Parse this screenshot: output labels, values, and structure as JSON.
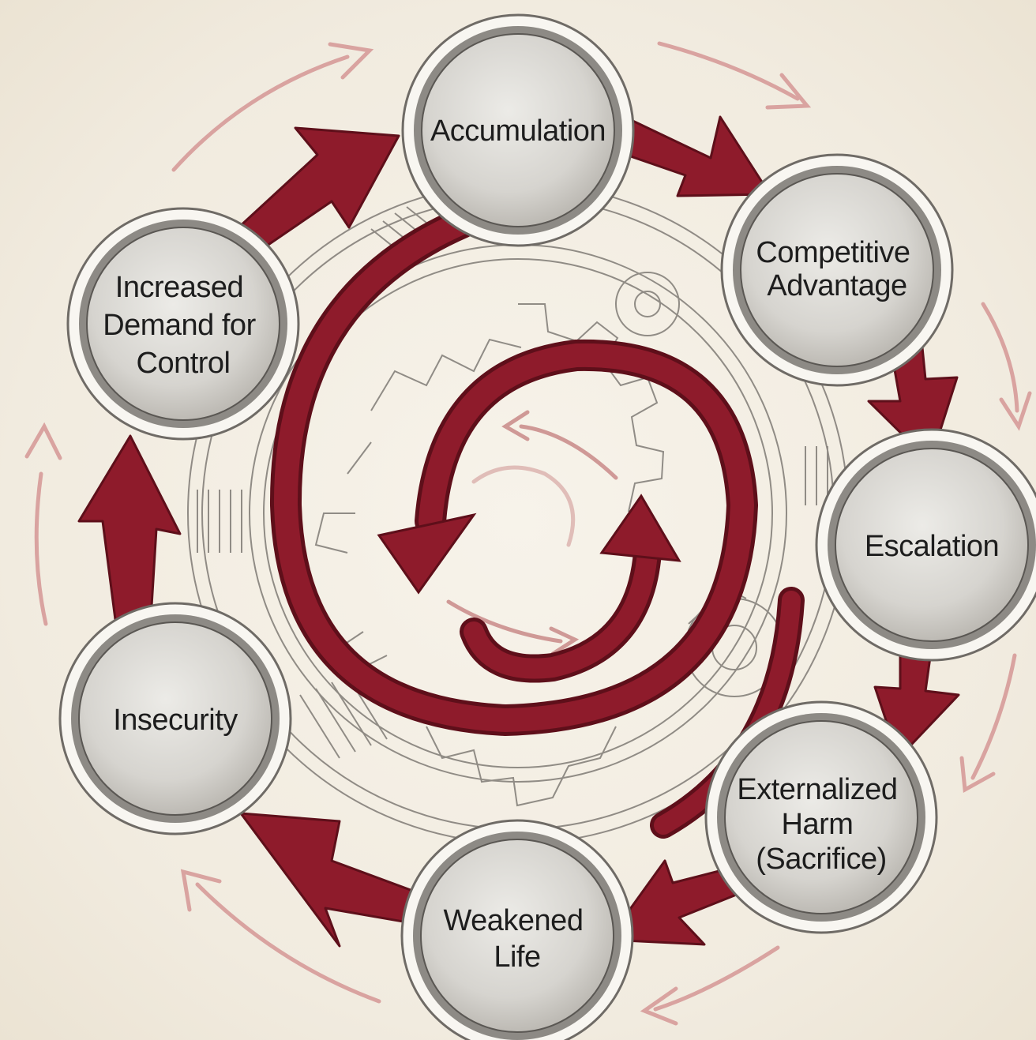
{
  "diagram": {
    "nodes": [
      {
        "id": "accumulation",
        "lines": [
          "Accumulation"
        ]
      },
      {
        "id": "competitive-advantage",
        "lines": [
          "Competitive",
          "Advantage"
        ]
      },
      {
        "id": "escalation",
        "lines": [
          "Escalation"
        ]
      },
      {
        "id": "externalized-harm",
        "lines": [
          "Externalized",
          "Harm",
          "(Sacrifice)"
        ]
      },
      {
        "id": "weakened-life",
        "lines": [
          "Weakened",
          "Life"
        ]
      },
      {
        "id": "insecurity",
        "lines": [
          "Insecurity"
        ]
      },
      {
        "id": "increased-demand",
        "lines": [
          "Increased",
          "Demand for",
          "Control"
        ]
      }
    ],
    "colors": {
      "background": "#f3eee3",
      "arrow": "#8e1b2b",
      "arrow_dark": "#5e0f1a",
      "faint_arrow": "#d9a3a0",
      "node_fill": "#dcdad4",
      "node_ring": "#8d8a85",
      "sketch_line": "#6f6b66",
      "text": "#1d1d1d"
    }
  }
}
